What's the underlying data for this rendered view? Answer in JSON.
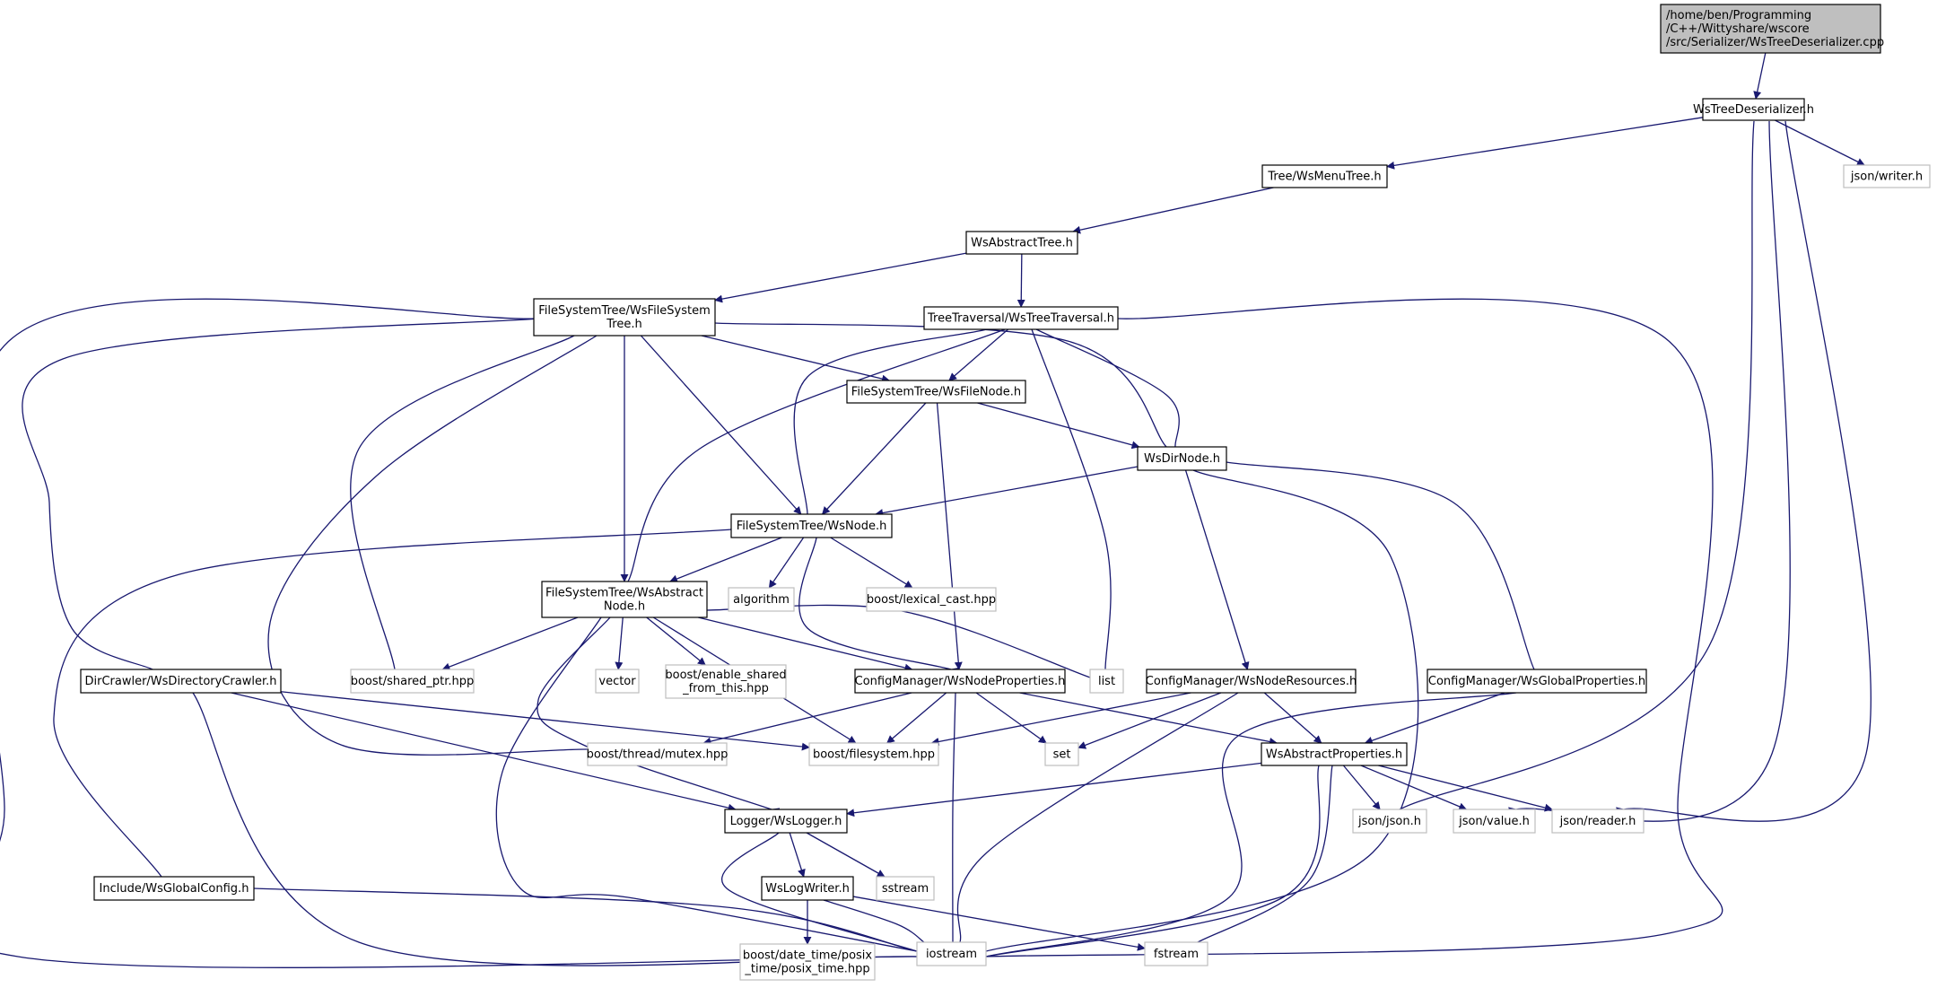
{
  "graph_title": "",
  "colors": {
    "edge": "#191970",
    "root_fill": "#bfbfbf",
    "doc_border": "#000000",
    "ext_border": "#bfbfbf"
  },
  "nodes": {
    "root": {
      "kind": "root",
      "lines": [
        "/home/ben/Programming",
        "/C++/Wittyshare/wscore",
        "/src/Serializer/WsTreeDeserializer.cpp"
      ]
    },
    "wstreedeser": {
      "kind": "doc",
      "lines": [
        "WsTreeDeserializer.h"
      ]
    },
    "wsmenutree": {
      "kind": "doc",
      "lines": [
        "Tree/WsMenuTree.h"
      ]
    },
    "jsonwriter": {
      "kind": "ext",
      "lines": [
        "json/writer.h"
      ]
    },
    "wsabstracttree": {
      "kind": "doc",
      "lines": [
        "WsAbstractTree.h"
      ]
    },
    "wsfilesystemtree": {
      "kind": "doc",
      "lines": [
        "FileSystemTree/WsFileSystem",
        "Tree.h"
      ]
    },
    "wstreetraversal": {
      "kind": "doc",
      "lines": [
        "TreeTraversal/WsTreeTraversal.h"
      ]
    },
    "wsfilenode": {
      "kind": "doc",
      "lines": [
        "FileSystemTree/WsFileNode.h"
      ]
    },
    "wsdirnode": {
      "kind": "doc",
      "lines": [
        "WsDirNode.h"
      ]
    },
    "wsnode": {
      "kind": "doc",
      "lines": [
        "FileSystemTree/WsNode.h"
      ]
    },
    "wsabstractnode": {
      "kind": "doc",
      "lines": [
        "FileSystemTree/WsAbstract",
        "Node.h"
      ]
    },
    "algorithm": {
      "kind": "ext",
      "lines": [
        "algorithm"
      ]
    },
    "lexicalcast": {
      "kind": "ext",
      "lines": [
        "boost/lexical_cast.hpp"
      ]
    },
    "dircrawler": {
      "kind": "doc",
      "lines": [
        "DirCrawler/WsDirectoryCrawler.h"
      ]
    },
    "sharedptr": {
      "kind": "ext",
      "lines": [
        "boost/shared_ptr.hpp"
      ]
    },
    "vector": {
      "kind": "ext",
      "lines": [
        "vector"
      ]
    },
    "enableshared": {
      "kind": "ext",
      "lines": [
        "boost/enable_shared",
        "_from_this.hpp"
      ]
    },
    "wsnodeproperties": {
      "kind": "doc",
      "lines": [
        "ConfigManager/WsNodeProperties.h"
      ]
    },
    "list": {
      "kind": "ext",
      "lines": [
        "list"
      ]
    },
    "wsnoderesources": {
      "kind": "doc",
      "lines": [
        "ConfigManager/WsNodeResources.h"
      ]
    },
    "wsglobalproperties": {
      "kind": "doc",
      "lines": [
        "ConfigManager/WsGlobalProperties.h"
      ]
    },
    "mutex": {
      "kind": "ext",
      "lines": [
        "boost/thread/mutex.hpp"
      ]
    },
    "filesystem": {
      "kind": "ext",
      "lines": [
        "boost/filesystem.hpp"
      ]
    },
    "set": {
      "kind": "ext",
      "lines": [
        "set"
      ]
    },
    "wsabstractproperties": {
      "kind": "doc",
      "lines": [
        "WsAbstractProperties.h"
      ]
    },
    "wslogger": {
      "kind": "doc",
      "lines": [
        "Logger/WsLogger.h"
      ]
    },
    "jsonjson": {
      "kind": "ext",
      "lines": [
        "json/json.h"
      ]
    },
    "jsonvalue": {
      "kind": "ext",
      "lines": [
        "json/value.h"
      ]
    },
    "jsonreader": {
      "kind": "ext",
      "lines": [
        "json/reader.h"
      ]
    },
    "wsglobalconfig": {
      "kind": "doc",
      "lines": [
        "Include/WsGlobalConfig.h"
      ]
    },
    "wslogwriter": {
      "kind": "doc",
      "lines": [
        "WsLogWriter.h"
      ]
    },
    "sstream": {
      "kind": "ext",
      "lines": [
        "sstream"
      ]
    },
    "iostream": {
      "kind": "ext",
      "lines": [
        "iostream"
      ]
    },
    "fstream": {
      "kind": "ext",
      "lines": [
        "fstream"
      ]
    },
    "posixtime": {
      "kind": "ext",
      "lines": [
        "boost/date_time/posix",
        "_time/posix_time.hpp"
      ]
    }
  },
  "edges": [
    [
      "root",
      "wstreedeser"
    ],
    [
      "wstreedeser",
      "wsmenutree"
    ],
    [
      "wstreedeser",
      "jsonwriter"
    ],
    [
      "wstreedeser",
      "jsonjson"
    ],
    [
      "wstreedeser",
      "jsonvalue"
    ],
    [
      "wstreedeser",
      "jsonreader"
    ],
    [
      "wsmenutree",
      "wsabstracttree"
    ],
    [
      "wsabstracttree",
      "wsfilesystemtree"
    ],
    [
      "wsabstracttree",
      "wstreetraversal"
    ],
    [
      "wsfilesystemtree",
      "wsfilenode"
    ],
    [
      "wsfilesystemtree",
      "wsdirnode"
    ],
    [
      "wsfilesystemtree",
      "wsnode"
    ],
    [
      "wsfilesystemtree",
      "wsabstractnode"
    ],
    [
      "wsfilesystemtree",
      "sharedptr"
    ],
    [
      "wsfilesystemtree",
      "dircrawler"
    ],
    [
      "wsfilesystemtree",
      "mutex"
    ],
    [
      "wsfilesystemtree",
      "iostream"
    ],
    [
      "wstreetraversal",
      "wsfilenode"
    ],
    [
      "wstreetraversal",
      "wsdirnode"
    ],
    [
      "wstreetraversal",
      "wsnode"
    ],
    [
      "wstreetraversal",
      "wsabstractnode"
    ],
    [
      "wstreetraversal",
      "list"
    ],
    [
      "wstreetraversal",
      "iostream"
    ],
    [
      "wsfilenode",
      "wsnode"
    ],
    [
      "wsfilenode",
      "wsdirnode"
    ],
    [
      "wsfilenode",
      "wsnodeproperties"
    ],
    [
      "wsdirnode",
      "wsnode"
    ],
    [
      "wsdirnode",
      "wsnoderesources"
    ],
    [
      "wsdirnode",
      "wsglobalproperties"
    ],
    [
      "wsdirnode",
      "iostream"
    ],
    [
      "wsnode",
      "wsabstractnode"
    ],
    [
      "wsnode",
      "algorithm"
    ],
    [
      "wsnode",
      "lexicalcast"
    ],
    [
      "wsnode",
      "wsnodeproperties"
    ],
    [
      "wsnode",
      "wsglobalconfig"
    ],
    [
      "wsabstractnode",
      "sharedptr"
    ],
    [
      "wsabstractnode",
      "vector"
    ],
    [
      "wsabstractnode",
      "enableshared"
    ],
    [
      "wsabstractnode",
      "filesystem"
    ],
    [
      "wsabstractnode",
      "wsnodeproperties"
    ],
    [
      "wsabstractnode",
      "list"
    ],
    [
      "wsabstractnode",
      "wslogger"
    ],
    [
      "wsabstractnode",
      "iostream"
    ],
    [
      "dircrawler",
      "filesystem"
    ],
    [
      "dircrawler",
      "wslogger"
    ],
    [
      "dircrawler",
      "iostream"
    ],
    [
      "wsnodeproperties",
      "mutex"
    ],
    [
      "wsnodeproperties",
      "filesystem"
    ],
    [
      "wsnodeproperties",
      "set"
    ],
    [
      "wsnodeproperties",
      "wsabstractproperties"
    ],
    [
      "wsnodeproperties",
      "iostream"
    ],
    [
      "wsnoderesources",
      "filesystem"
    ],
    [
      "wsnoderesources",
      "set"
    ],
    [
      "wsnoderesources",
      "wsabstractproperties"
    ],
    [
      "wsnoderesources",
      "iostream"
    ],
    [
      "wsglobalproperties",
      "wsabstractproperties"
    ],
    [
      "wsglobalproperties",
      "iostream"
    ],
    [
      "wsabstractproperties",
      "wslogger"
    ],
    [
      "wsabstractproperties",
      "jsonjson"
    ],
    [
      "wsabstractproperties",
      "jsonvalue"
    ],
    [
      "wsabstractproperties",
      "jsonreader"
    ],
    [
      "wsabstractproperties",
      "iostream"
    ],
    [
      "wsabstractproperties",
      "fstream"
    ],
    [
      "wslogger",
      "wslogwriter"
    ],
    [
      "wslogger",
      "sstream"
    ],
    [
      "wslogger",
      "iostream"
    ],
    [
      "wslogwriter",
      "posixtime"
    ],
    [
      "wslogwriter",
      "iostream"
    ],
    [
      "wslogwriter",
      "fstream"
    ],
    [
      "wsglobalconfig",
      "iostream"
    ]
  ]
}
